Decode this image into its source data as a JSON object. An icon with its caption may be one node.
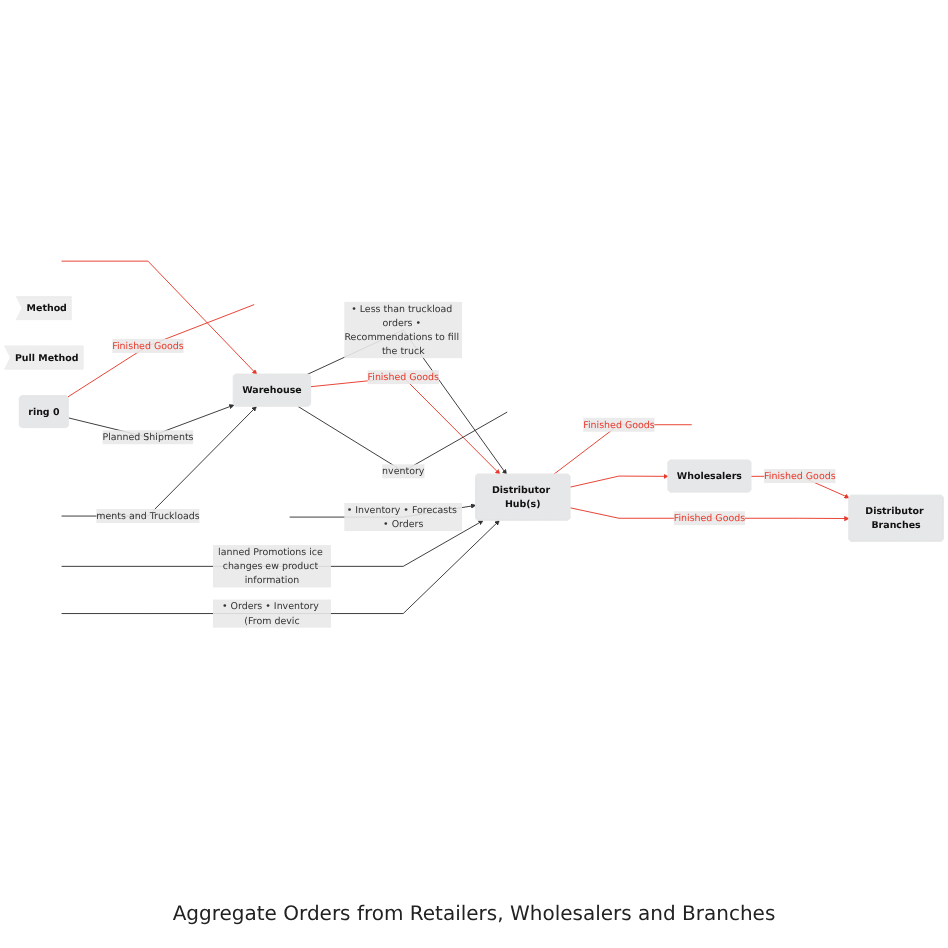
{
  "diagram": {
    "nodes": [
      {
        "text": [
          "ring 0"
        ]
      },
      {
        "text": [
          "Warehouse"
        ]
      },
      {
        "text": [
          "Distributor Hub(s)"
        ]
      },
      {
        "text": [
          "Wholesalers"
        ]
      },
      {
        "text": [
          "Distributor Branches"
        ]
      },
      {
        "text": [
          "Method"
        ]
      },
      {
        "text": [
          "Pull Method"
        ]
      }
    ],
    "edges": [
      {
        "from": 0,
        "to": null,
        "arrow": "none",
        "label": "Finished Goods",
        "color": "#e8392b"
      },
      {
        "from": 0,
        "to": 1,
        "arrow": "to",
        "label": "Planned Shipments",
        "color": "#333333"
      },
      {
        "from": null,
        "to": 1,
        "arrow": "to",
        "color": "#e8392b"
      },
      {
        "from": 1,
        "to": 2,
        "arrow": "to",
        "label": "• Less than truckload orders • Recommendations to fill the truck",
        "color": "#333333"
      },
      {
        "from": 1,
        "to": 2,
        "arrow": "to",
        "label": "Finished Goods",
        "color": "#e8392b"
      },
      {
        "from": null,
        "to": 1,
        "arrow": "none",
        "label": "nventory",
        "color": "#333333"
      },
      {
        "from": null,
        "to": 1,
        "arrow": "to",
        "label": "ments and Truckloads",
        "color": "#333333"
      },
      {
        "from": null,
        "to": 2,
        "arrow": "to",
        "label": "lanned Promotions ice changes ew product information",
        "color": "#333333"
      },
      {
        "from": null,
        "to": 2,
        "arrow": "to",
        "label": "• Inventory • Forecasts • Orders",
        "color": "#333333"
      },
      {
        "from": null,
        "to": 2,
        "arrow": "to",
        "label": "• Orders • Inventory (From devic",
        "color": "#333333"
      },
      {
        "from": 2,
        "to": null,
        "arrow": "none",
        "label": "Finished Goods",
        "color": "#e8392b"
      },
      {
        "from": 2,
        "to": 3,
        "arrow": "to",
        "color": "#e8392b"
      },
      {
        "from": 2,
        "to": 4,
        "arrow": "to",
        "label": "Finished Goods",
        "color": "#e8392b"
      },
      {
        "from": 3,
        "to": 4,
        "arrow": "to",
        "label": "Finished Goods",
        "color": "#e8392b"
      }
    ],
    "labels": [
      "Aggregate Orders from Retailers, Wholesalers and Branches"
    ]
  }
}
